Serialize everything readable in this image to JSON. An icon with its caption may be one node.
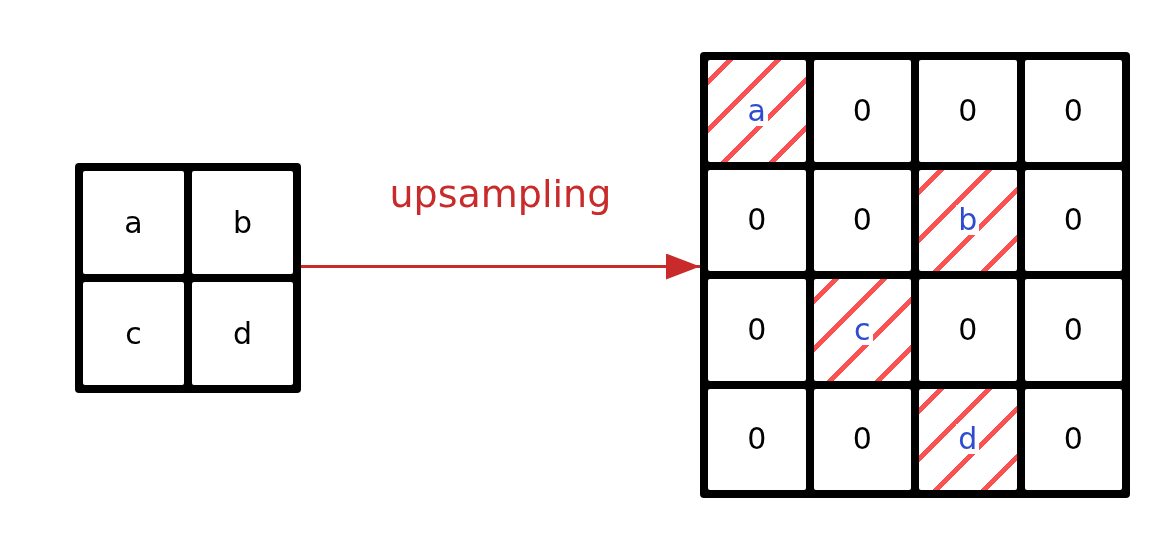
{
  "diagram": {
    "nodes": [
      {
        "text": [],
        "shape": "box"
      },
      {
        "text": [
          "a"
        ],
        "in": 0
      },
      {
        "text": [
          "b"
        ],
        "in": 0
      },
      {
        "text": [
          "c"
        ],
        "in": 0
      },
      {
        "text": [
          "d"
        ],
        "in": 0
      },
      {
        "text": [],
        "shape": "box"
      },
      {
        "text": [
          "a"
        ],
        "in": 5
      },
      {
        "text": [
          "0"
        ],
        "in": 5
      },
      {
        "text": [
          "0"
        ],
        "in": 5
      },
      {
        "text": [
          "0"
        ],
        "in": 5
      },
      {
        "text": [
          "0"
        ],
        "in": 5
      },
      {
        "text": [
          "0"
        ],
        "in": 5
      },
      {
        "text": [
          "b"
        ],
        "in": 5
      },
      {
        "text": [
          "0"
        ],
        "in": 5
      },
      {
        "text": [
          "0"
        ],
        "in": 5
      },
      {
        "text": [
          "c"
        ],
        "in": 5
      },
      {
        "text": [
          "0"
        ],
        "in": 5
      },
      {
        "text": [
          "0"
        ],
        "in": 5
      },
      {
        "text": [
          "0"
        ],
        "in": 5
      },
      {
        "text": [
          "0"
        ],
        "in": 5
      },
      {
        "text": [
          "d"
        ],
        "in": 5
      },
      {
        "text": [
          "0"
        ],
        "in": 5
      }
    ],
    "edges": [
      {
        "from": 0,
        "to": 5,
        "arrow": "to",
        "label": "upsampling",
        "color": "#c92a2a"
      }
    ]
  }
}
